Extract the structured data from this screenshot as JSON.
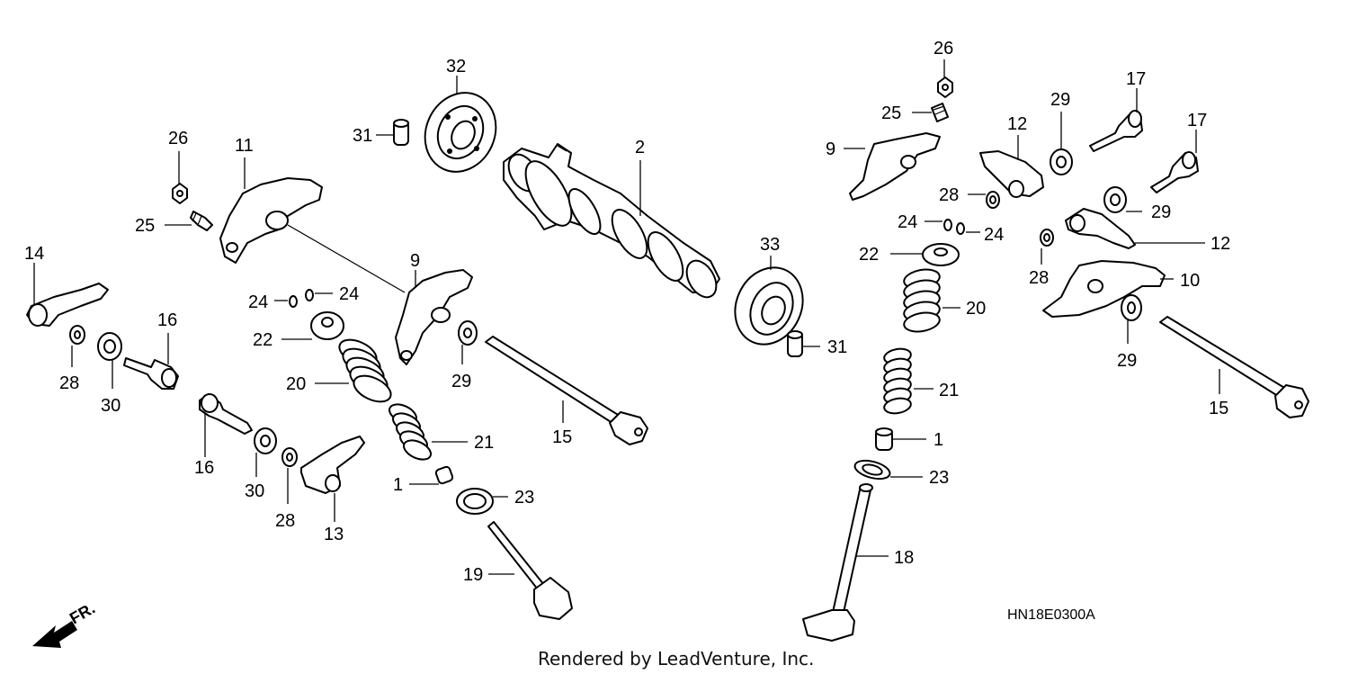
{
  "diagram": {
    "code": "HN18E0300A",
    "credit": "Rendered by LeadVenture, Inc.",
    "direction_label": "FR.",
    "labels": {
      "l2": "2",
      "l32": "32",
      "l31a": "31",
      "l31b": "31",
      "l33": "33",
      "l26a": "26",
      "l25a": "25",
      "l11": "11",
      "l14": "14",
      "l28a": "28",
      "l30a": "30",
      "l16a": "16",
      "l16b": "16",
      "l30b": "30",
      "l28b": "28",
      "l13": "13",
      "l24a": "24",
      "l24b": "24",
      "l22a": "22",
      "l20a": "20",
      "l21a": "21",
      "l1a": "1",
      "l23a": "23",
      "l19": "19",
      "l9a": "9",
      "l29a": "29",
      "l15a": "15",
      "l26b": "26",
      "l25b": "25",
      "l9b": "9",
      "l12a": "12",
      "l29b": "29",
      "l17a": "17",
      "l17b": "17",
      "l28c": "28",
      "l24c": "24",
      "l24d": "24",
      "l29c": "29",
      "l12b": "12",
      "l22b": "22",
      "l28d": "28",
      "l10": "10",
      "l20b": "20",
      "l29d": "29",
      "l21b": "21",
      "l15b": "15",
      "l1b": "1",
      "l23b": "23",
      "l18": "18"
    }
  }
}
